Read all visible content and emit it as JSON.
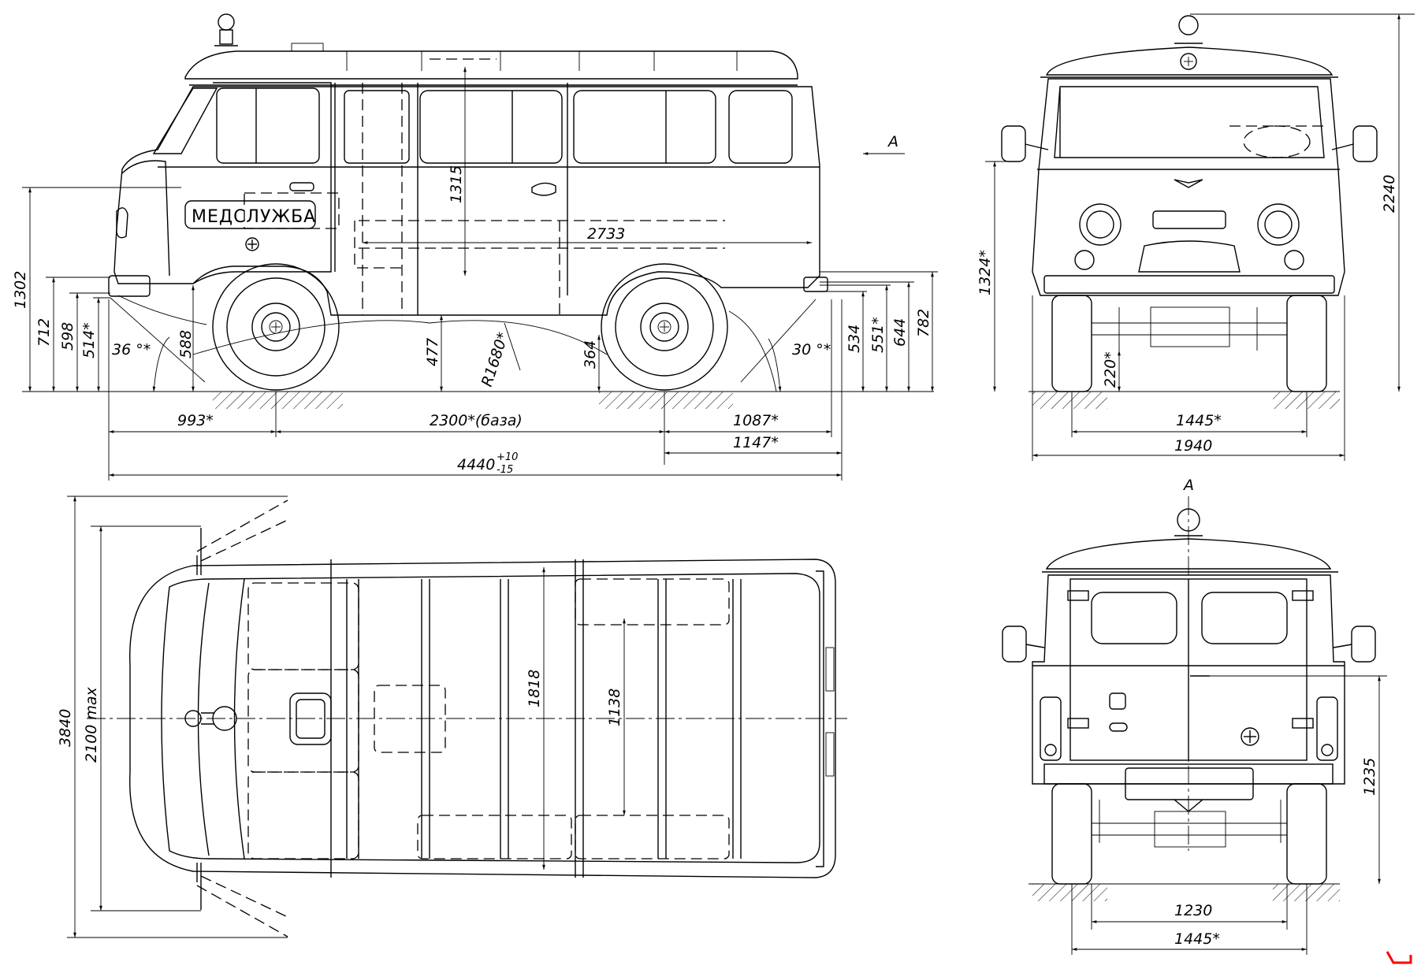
{
  "drawing": {
    "body_text": "МЕДСЛУЖБА",
    "view_marker": "A",
    "side_view": {
      "lengths": [
        "993*",
        "2300*(база)",
        "1087*",
        "1147*",
        "4440"
      ],
      "overall_tol_upper": "+10",
      "overall_tol_lower": "-15",
      "heights": [
        "1302",
        "712",
        "598",
        "514*",
        "588",
        "1315",
        "477",
        "364",
        "534",
        "551*",
        "644",
        "782"
      ],
      "track_internal": "2733",
      "radius": "R1680*",
      "angle_front": "36 °*",
      "angle_rear": "30 °*"
    },
    "front_view": {
      "overall_height": "2240",
      "mirror_height": "1324*",
      "clearance": "220*",
      "track": "1445*",
      "width": "1940"
    },
    "top_view": {
      "overall_width": "3840",
      "mirror_width": "2100 max",
      "inner_width": "1818",
      "inner_width_rear": "1138"
    },
    "rear_view": {
      "floor_height": "1235",
      "rear_track_inner": "1230",
      "track": "1445*"
    }
  }
}
